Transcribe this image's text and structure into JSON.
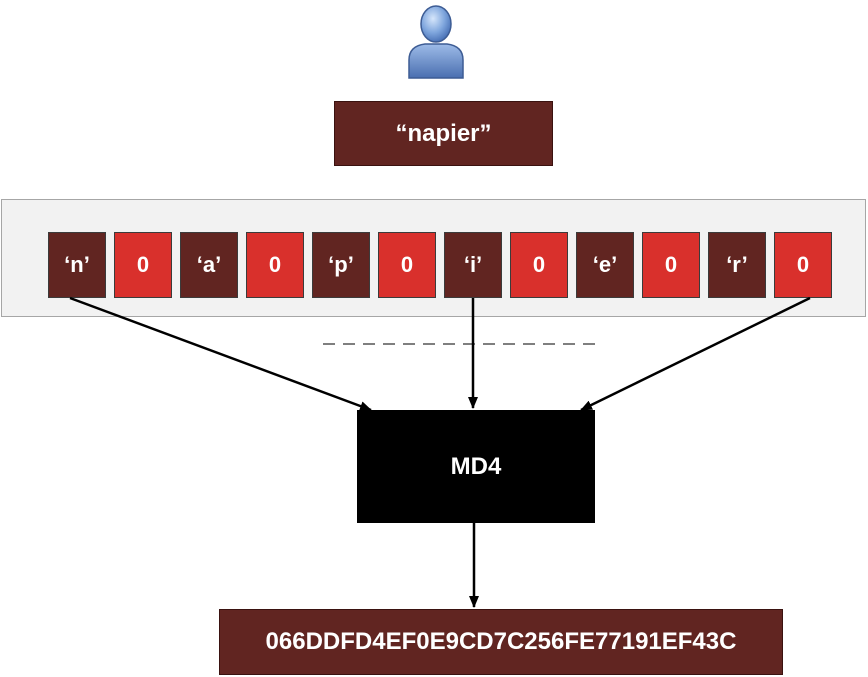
{
  "user_icon": "user-person-icon",
  "password_label": "“napier”",
  "bytes": [
    {
      "text": "‘n’",
      "kind": "char"
    },
    {
      "text": "0",
      "kind": "zero"
    },
    {
      "text": "‘a’",
      "kind": "char"
    },
    {
      "text": "0",
      "kind": "zero"
    },
    {
      "text": "‘p’",
      "kind": "char"
    },
    {
      "text": "0",
      "kind": "zero"
    },
    {
      "text": "‘i’",
      "kind": "char"
    },
    {
      "text": "0",
      "kind": "zero"
    },
    {
      "text": "‘e’",
      "kind": "char"
    },
    {
      "text": "0",
      "kind": "zero"
    },
    {
      "text": "‘r’",
      "kind": "char"
    },
    {
      "text": "0",
      "kind": "zero"
    }
  ],
  "hash_function": "MD4",
  "hash_output": "066DDFD4EF0E9CD7C256FE77191EF43C",
  "colors": {
    "char_cell": "#612521",
    "zero_cell": "#d9302c",
    "md4_box": "#000000",
    "panel_bg": "#f2f2f2"
  }
}
